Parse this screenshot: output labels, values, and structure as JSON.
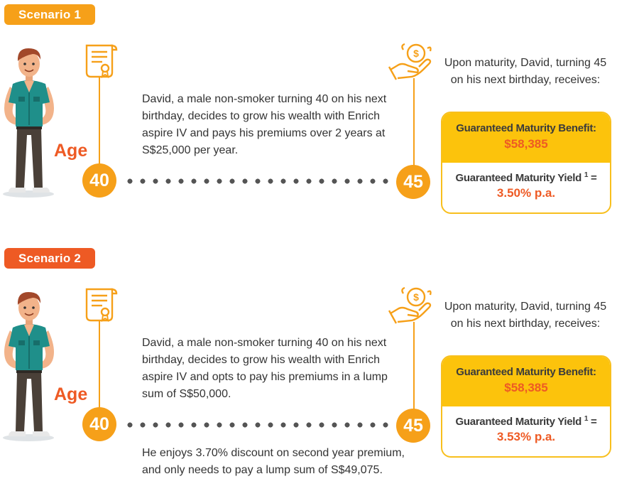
{
  "colors": {
    "accent_orange": "#f6a019",
    "highlight_red": "#ee5a24",
    "box_yellow": "#fcc30c",
    "text_dark": "#333333"
  },
  "age_label": "Age",
  "scenarios": [
    {
      "badge": "Scenario 1",
      "start_age": "40",
      "end_age": "45",
      "description": "David, a male non-smoker turning 40 on his next birthday, decides to grow his wealth with Enrich aspire IV and pays his premiums over 2 years at S$25,000 per year.",
      "maturity_intro": "Upon maturity, David, turning 45 on his next birthday, receives:",
      "benefit_label": "Guaranteed Maturity Benefit:",
      "benefit_value": "$58,385",
      "yield_label": "Guaranteed Maturity  Yield",
      "yield_footnote": "1",
      "yield_equals": "=",
      "yield_value": "3.50% p.a."
    },
    {
      "badge": "Scenario 2",
      "start_age": "40",
      "end_age": "45",
      "description": "David, a male non-smoker turning 40 on his next birthday, decides to grow his wealth with Enrich aspire IV and opts to pay his premiums in a lump sum of S$50,000.",
      "maturity_intro": "Upon maturity, David, turning 45 on his next birthday, receives:",
      "benefit_label": "Guaranteed Maturity Benefit:",
      "benefit_value": "$58,385",
      "yield_label": "Guaranteed Maturity  Yield",
      "yield_footnote": "1",
      "yield_equals": "=",
      "yield_value": "3.53% p.a.",
      "note": "He enjoys 3.70% discount on second year premium, and only needs to pay a lump sum of S$49,075."
    }
  ]
}
